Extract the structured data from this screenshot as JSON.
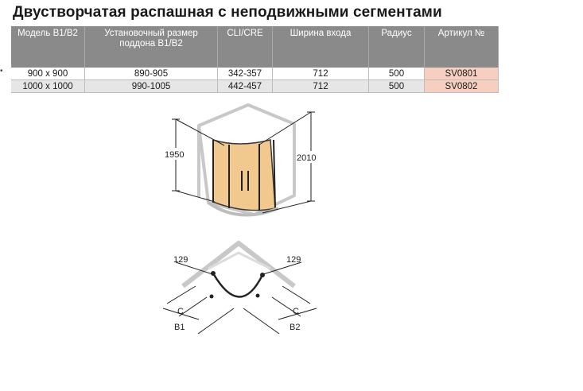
{
  "title": "Двустворчатая распашная с неподвижными сегментами",
  "table": {
    "headers": [
      "Модель В1/В2",
      "Установочный размер поддона В1/В2",
      "CLI/CRE",
      "Ширина входа",
      "Радиус",
      "Артикул №"
    ],
    "rows": [
      [
        "900 x  900",
        "890-905",
        "342-357",
        "712",
        "500",
        "SV0801"
      ],
      [
        "1000 x 1000",
        "990-1005",
        "442-457",
        "712",
        "500",
        "SV0802"
      ]
    ]
  },
  "drawing": {
    "height_left": "1950",
    "height_right": "2010",
    "top_left": "129",
    "top_right": "129",
    "c_left": "C",
    "c_right": "C",
    "b1": "B1",
    "b2": "B2"
  },
  "colors": {
    "header_bg": "#8a8a8a",
    "article_bg": "#f6cfc1",
    "glass": "#f1c98e"
  }
}
